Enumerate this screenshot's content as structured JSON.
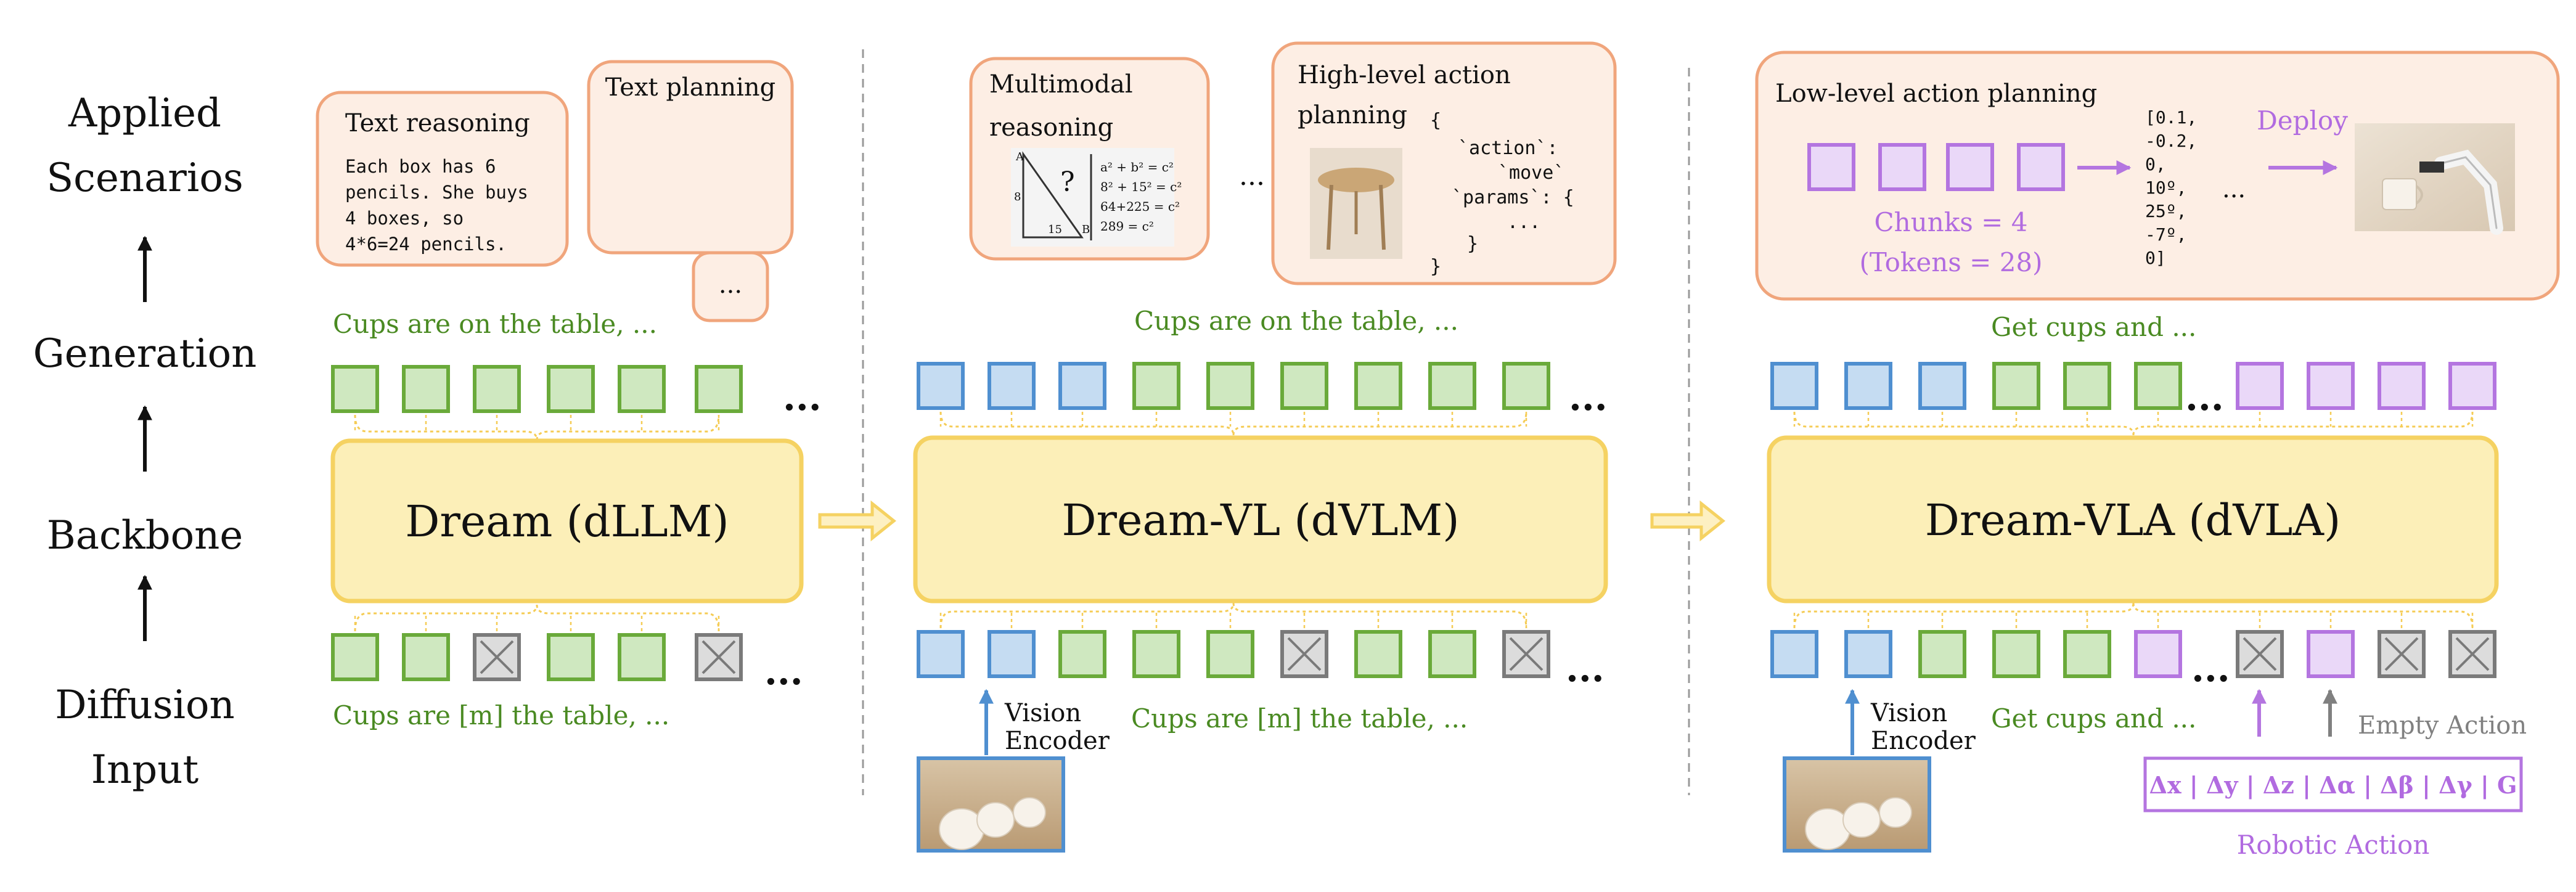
{
  "left_labels": {
    "applied_scenarios": [
      "Applied",
      "Scenarios"
    ],
    "generation": "Generation",
    "backbone": "Backbone",
    "diffusion_input": [
      "Diffusion",
      "Input"
    ]
  },
  "panel1": {
    "text_reasoning_title": "Text reasoning",
    "text_reasoning_body": [
      "Each box has 6",
      "pencils. She buys",
      "4 boxes, so",
      "4*6=24 pencils."
    ],
    "text_planning_title": "Text planning",
    "ellipsis_box": "...",
    "generation_text": "Cups are on the table, ...",
    "backbone_label": "Dream (dLLM)",
    "input_text": "Cups are [m] the table, ...",
    "more": "..."
  },
  "panel2": {
    "multimodal_title": [
      "Multimodal",
      "reasoning"
    ],
    "math_lines": [
      "a² + b² = c²",
      "8² + 15² = c²",
      "64+225 = c²",
      "289 = c²"
    ],
    "triangle_labels": [
      "A",
      "8",
      "15",
      "B"
    ],
    "between_dots": "...",
    "high_level_title": [
      "High-level action",
      "planning"
    ],
    "code_lines": [
      "{",
      "`action`:",
      "`move`",
      "`params`: {",
      "...",
      "}",
      "}"
    ],
    "generation_text": "Cups are on the table, ...",
    "backbone_label": "Dream-VL (dVLM)",
    "vision_encoder": [
      "Vision",
      "Encoder"
    ],
    "input_text": "Cups are [m] the table, ...",
    "more": "..."
  },
  "panel3": {
    "low_level_title": "Low-level action planning",
    "chunks": "Chunks = 4",
    "tokens": "(Tokens = 28)",
    "vector_lines": [
      "[0.1,",
      "-0.2,",
      "0,",
      "10º,",
      "25º,",
      "-7º,",
      "0]"
    ],
    "vector_dots": "...",
    "deploy": "Deploy",
    "generation_text": "Get cups and ...",
    "backbone_label": "Dream-VLA (dVLA)",
    "vision_encoder": [
      "Vision",
      "Encoder"
    ],
    "input_text": "Get cups and ...",
    "empty_action": "Empty Action",
    "robotic_action_box": "Δx | Δy | Δz | Δα | Δβ | Δγ | G",
    "robotic_action_label": "Robotic Action",
    "more": "..."
  },
  "colors": {
    "green_fill": "#cfe8c0",
    "green_stroke": "#6aaa3a",
    "blue_fill": "#c5dcf2",
    "blue_stroke": "#4f8fd0",
    "purple_fill": "#ead8f8",
    "purple_stroke": "#b475e0",
    "gray_fill": "#dcdcdc",
    "gray_stroke": "#7a7a7a",
    "backbone_fill": "#fcefb8",
    "backbone_stroke": "#f5d262",
    "card_fill": "#fdeee4",
    "card_stroke": "#f0a57c"
  }
}
